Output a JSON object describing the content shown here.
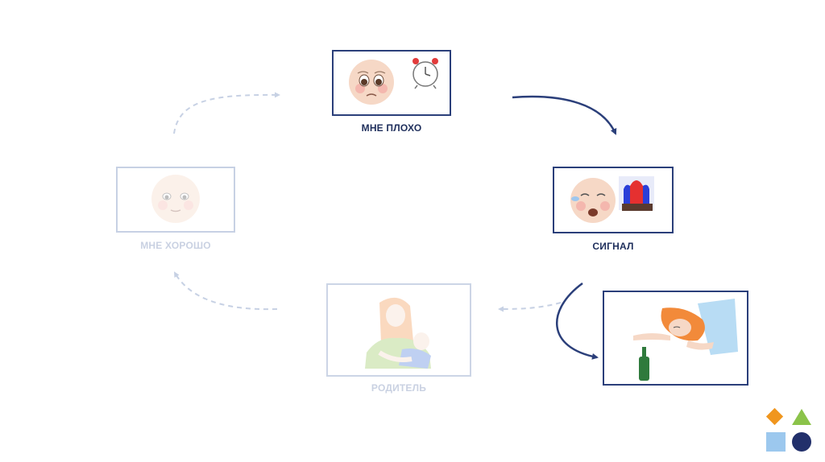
{
  "nodes": {
    "bad": {
      "label": "МНЕ ПЛОХО"
    },
    "signal": {
      "label": "СИГНАЛ"
    },
    "parent": {
      "label": "РОДИТЕЛЬ"
    },
    "good": {
      "label": "МНЕ ХОРОШО"
    }
  },
  "colors": {
    "active_border": "#2b3f7a",
    "faded_border": "#c7d1e4",
    "active_text": "#1f2f5c",
    "faded_text": "#c9d1e2",
    "shape_orange": "#f0961e",
    "shape_green": "#8bc34a",
    "shape_lightblue": "#9cc8ee",
    "shape_navy": "#22306b"
  },
  "icons": {
    "bad": [
      "sad-baby-face-icon",
      "alarm-clock-icon"
    ],
    "signal": [
      "crying-baby-face-icon",
      "siren-light-icon"
    ],
    "drunk": [
      "sleeping-woman-icon",
      "bottle-icon"
    ],
    "parent": [
      "mother-holding-baby-icon"
    ],
    "good": [
      "calm-baby-face-icon"
    ],
    "decor": [
      "orange-diamond-icon",
      "green-triangle-icon",
      "blue-square-icon",
      "navy-circle-icon"
    ]
  }
}
